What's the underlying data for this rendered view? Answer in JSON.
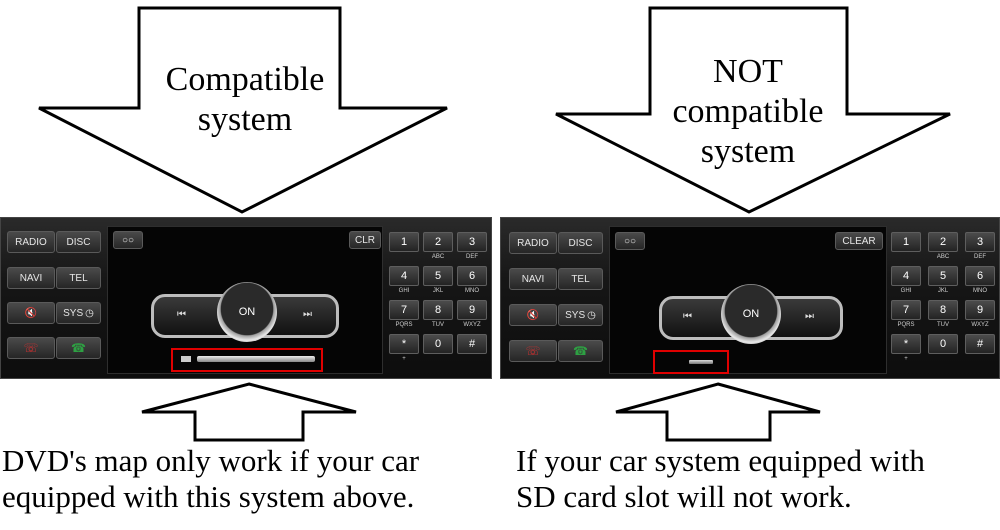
{
  "left": {
    "arrow_lines": [
      "Compatible",
      "system"
    ],
    "buttons": {
      "radio": "RADIO",
      "disc": "DISC",
      "navi": "NAVI",
      "tel": "TEL",
      "sys": "SYS",
      "clr": "CLR",
      "on": "ON"
    },
    "caption_lines": [
      "DVD's map only work if your car",
      "equipped with this system above."
    ]
  },
  "right": {
    "arrow_lines": [
      "NOT",
      "compatible",
      "system"
    ],
    "buttons": {
      "radio": "RADIO",
      "disc": "DISC",
      "navi": "NAVI",
      "tel": "TEL",
      "sys": "SYS",
      "clear": "CLEAR",
      "on": "ON"
    },
    "caption_lines": [
      "If your car system equipped with",
      "SD card slot will not work."
    ]
  },
  "keypad": {
    "keys": [
      "1",
      "2",
      "3",
      "4",
      "5",
      "6",
      "7",
      "8",
      "9",
      "*",
      "0",
      "#"
    ],
    "subs": [
      "",
      "ABC",
      "DEF",
      "GHI",
      "JKL",
      "MNO",
      "PQRS",
      "TUV",
      "WXYZ",
      "+",
      "",
      ""
    ]
  },
  "colors": {
    "highlight": "#e00000",
    "panel": "#161616",
    "arrow_fill": "#ffffff",
    "arrow_stroke": "#000000"
  },
  "icons": {
    "skip_back": "skip-back-icon",
    "skip_forward": "skip-forward-icon",
    "mute": "mute-icon",
    "phone_end": "phone-end-icon",
    "phone_call": "phone-call-icon",
    "voicemail": "voicemail-icon"
  }
}
